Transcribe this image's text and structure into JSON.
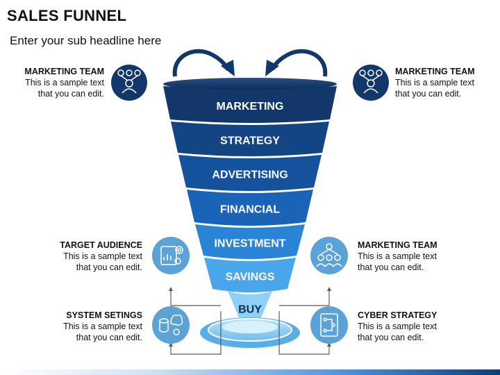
{
  "header": {
    "title": "SALES FUNNEL",
    "subtitle": "Enter your sub headline here"
  },
  "funnel": {
    "stages": [
      {
        "label": "MARKETING",
        "color": "#12386b"
      },
      {
        "label": "STRATEGY",
        "color": "#134483"
      },
      {
        "label": "ADVERTISING",
        "color": "#14529e"
      },
      {
        "label": "FINANCIAL",
        "color": "#1a64b8"
      },
      {
        "label": "INVESTMENT",
        "color": "#2a84d6"
      },
      {
        "label": "SAVINGS",
        "color": "#4aa6ea"
      },
      {
        "label": "BUY",
        "color": "#8fd0f7"
      }
    ]
  },
  "callouts": {
    "top_left": {
      "heading": "MARKETING TEAM",
      "line1": "This is a sample text",
      "line2": "that you can edit.",
      "icon": "team-marketing-icon"
    },
    "top_right": {
      "heading": "MARKETING TEAM",
      "line1": "This is a sample text",
      "line2": "that you can edit.",
      "icon": "team-marketing-icon"
    },
    "mid_left": {
      "heading": "TARGET AUDIENCE",
      "line1": "This is a sample text",
      "line2": "that you can edit.",
      "icon": "target-audience-icon"
    },
    "mid_right": {
      "heading": "MARKETING TEAM",
      "line1": "This is a sample text",
      "line2": "that you can edit.",
      "icon": "team-network-icon"
    },
    "bot_left": {
      "heading": "SYSTEM SETINGS",
      "line1": "This is a sample text",
      "line2": "that you can edit.",
      "icon": "system-settings-icon"
    },
    "bot_right": {
      "heading": "CYBER STRATEGY",
      "line1": "This is a sample text",
      "line2": "that you can edit.",
      "icon": "cyber-strategy-icon"
    }
  },
  "colors": {
    "dark_circle": "#12386b",
    "light_circle": "#5ba3d6",
    "connector": "#5a5a5a"
  }
}
